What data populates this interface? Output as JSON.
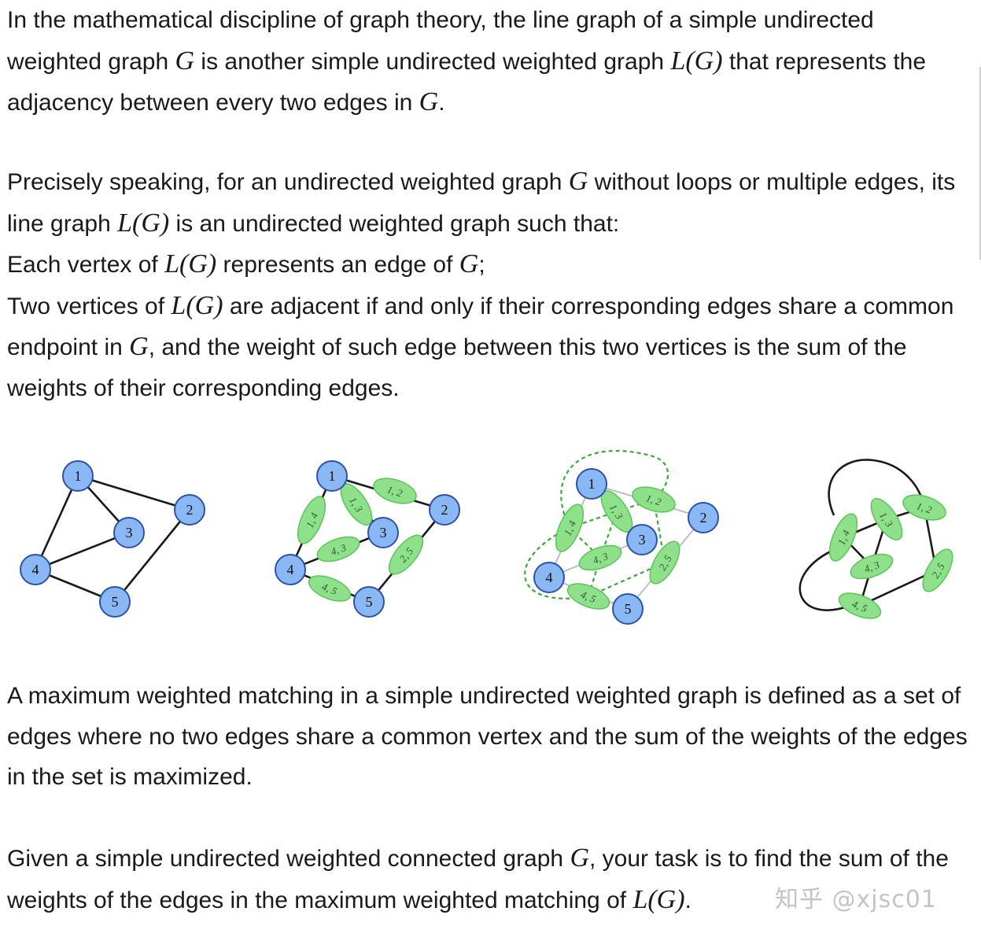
{
  "intro": {
    "s1": "In the mathematical discipline of graph theory, the line graph of a simple undirected weighted graph ",
    "g1": "G",
    "s2": " is another simple undirected weighted graph ",
    "lg1": "L(G)",
    "s3": " that represents the adjacency between every two edges in ",
    "g2": "G",
    "s4": "."
  },
  "precise": {
    "s1": "Precisely speaking, for an undirected weighted graph ",
    "g1": "G",
    "s2": " without loops or multiple edges, its line graph ",
    "lg1": "L(G)",
    "s3": " is an undirected weighted graph such that:",
    "b1a": "Each vertex of ",
    "lg2": "L(G)",
    "b1b": " represents an edge of ",
    "g2": "G",
    "b1c": ";",
    "b2a": "Two vertices of ",
    "lg3": "L(G)",
    "b2b": " are adjacent if and only if their corresponding edges share a common endpoint in ",
    "g3": "G",
    "b2c": ", and the weight of such edge between this two vertices is the sum of the weights of their corresponding edges."
  },
  "matching": {
    "text": "A maximum weighted matching in a simple undirected weighted graph is defined as a set of edges where no two edges share a common vertex and the sum of the weights of the edges in the set is maximized."
  },
  "task": {
    "s1": "Given a simple undirected weighted connected graph ",
    "g1": "G",
    "s2": ", your task is to find the sum of the weights of the edges in the maximum weighted matching of ",
    "lg1": "L(G)",
    "s3": "."
  },
  "watermark": "知乎 @xjsc01",
  "figures": {
    "colors": {
      "vertex_fill": "#8ab8f4",
      "vertex_stroke": "#2f52a8",
      "edge": "#1a1a1a",
      "green_fill": "#8ee08a",
      "green_stroke": "#5cc45a",
      "faded_edge": "#bdbdbd",
      "dashed": "#3aa83a"
    },
    "vertices": [
      "1",
      "2",
      "3",
      "4",
      "5"
    ],
    "edges": [
      "1, 2",
      "1, 3",
      "1, 4",
      "4, 3",
      "4, 5",
      "2, 5"
    ]
  }
}
